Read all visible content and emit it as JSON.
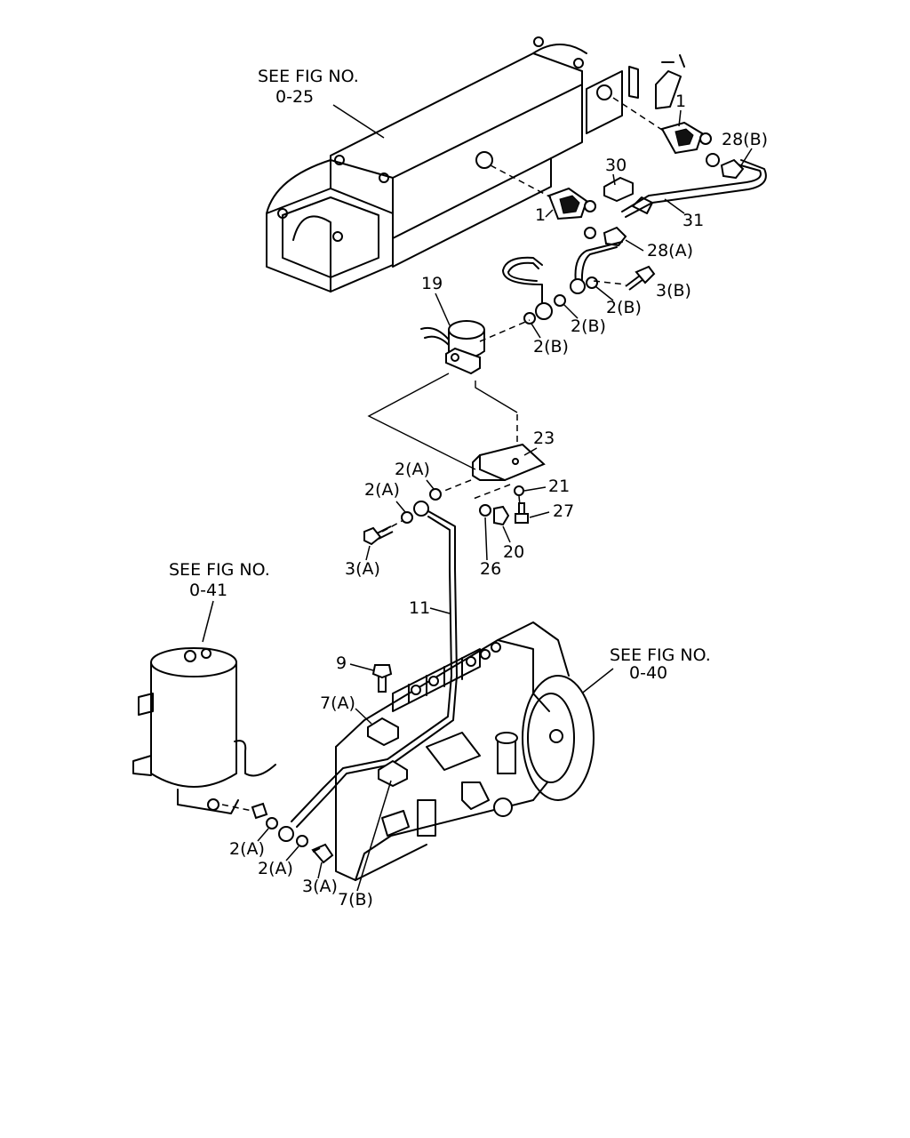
{
  "refs": {
    "fig_0_25": [
      "SEE FIG NO.",
      "0-25"
    ],
    "fig_0_41": [
      "SEE FIG NO.",
      "0-41"
    ],
    "fig_0_40": [
      "SEE FIG NO.",
      "0-40"
    ]
  },
  "callouts": {
    "c1_upper": "1",
    "c1_lower": "1",
    "c28b": "28(B)",
    "c30": "30",
    "c31": "31",
    "c28a": "28(A)",
    "c3b": "3(B)",
    "c2b_1": "2(B)",
    "c2b_2": "2(B)",
    "c2b_3": "2(B)",
    "c19": "19",
    "c23": "23",
    "c2a_top1": "2(A)",
    "c2a_top2": "2(A)",
    "c21": "21",
    "c27": "27",
    "c3a_top": "3(A)",
    "c26": "26",
    "c20": "20",
    "c11": "11",
    "c9": "9",
    "c7a": "7(A)",
    "c2a_bot1": "2(A)",
    "c2a_bot2": "2(A)",
    "c3a_bot": "3(A)",
    "c7b": "7(B)"
  }
}
